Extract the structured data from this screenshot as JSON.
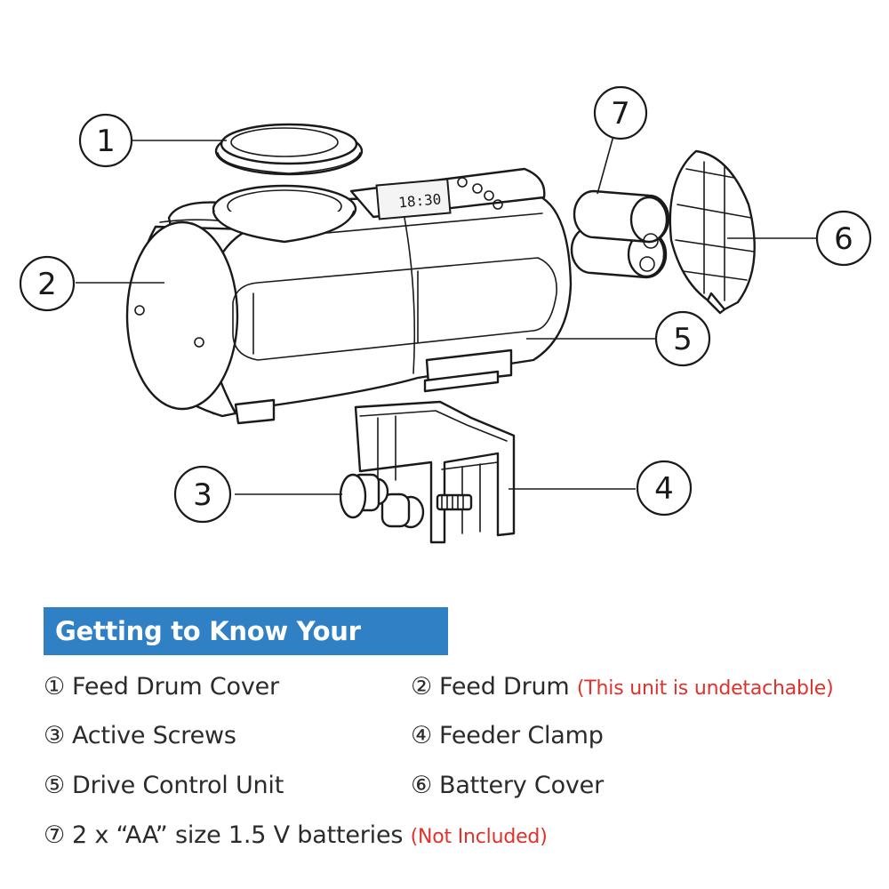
{
  "callouts": [
    "1",
    "2",
    "3",
    "4",
    "5",
    "6",
    "7"
  ],
  "section_title": "Getting to Know Your Feeder",
  "legend": [
    {
      "num": "①",
      "label": "Feed Drum Cover",
      "note": ""
    },
    {
      "num": "②",
      "label": "Feed Drum",
      "note": "(This unit is undetachable)"
    },
    {
      "num": "③",
      "label": "Active Screws",
      "note": ""
    },
    {
      "num": "④",
      "label": "Feeder Clamp",
      "note": ""
    },
    {
      "num": "⑤",
      "label": "Drive Control Unit",
      "note": ""
    },
    {
      "num": "⑥",
      "label": "Battery Cover",
      "note": ""
    },
    {
      "num": "⑦",
      "label": "2 x “AA” size 1.5 V batteries",
      "note": "(Not Included)"
    }
  ],
  "colors": {
    "title_bg": "#2f80c4",
    "title_text": "#ffffff",
    "note": "#e1312a",
    "text": "#2b2b2b"
  }
}
